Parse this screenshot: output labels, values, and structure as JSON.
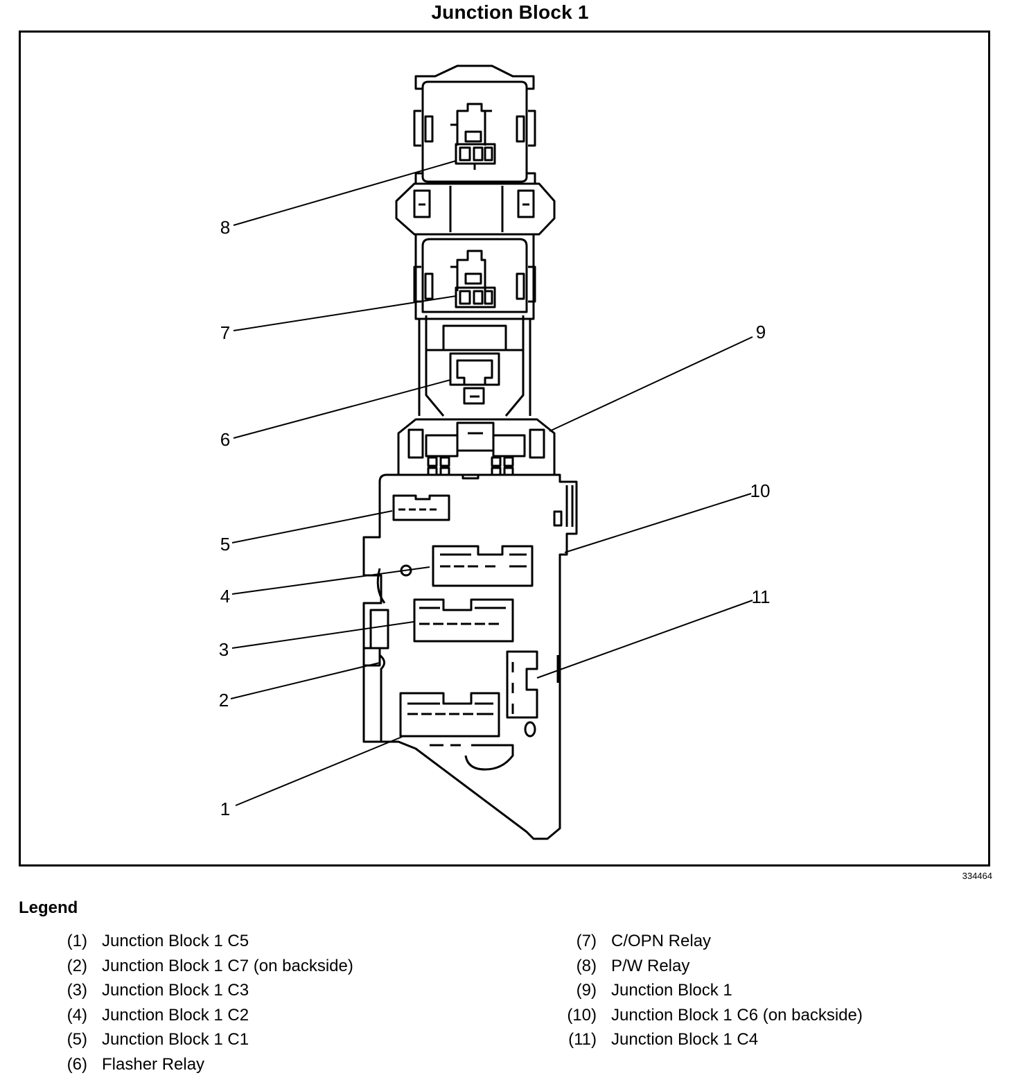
{
  "title": "Junction Block 1",
  "figure_id": "334464",
  "callouts": [
    "1",
    "2",
    "3",
    "4",
    "5",
    "6",
    "7",
    "8",
    "9",
    "10",
    "11"
  ],
  "legend": {
    "heading": "Legend",
    "items": [
      {
        "num": "(1)",
        "label": "Junction Block 1 C5"
      },
      {
        "num": "(2)",
        "label": "Junction Block 1 C7 (on backside)"
      },
      {
        "num": "(3)",
        "label": "Junction Block 1 C3"
      },
      {
        "num": "(4)",
        "label": "Junction Block 1 C2"
      },
      {
        "num": "(5)",
        "label": "Junction Block 1 C1"
      },
      {
        "num": "(6)",
        "label": "Flasher Relay"
      },
      {
        "num": "(7)",
        "label": "C/OPN Relay"
      },
      {
        "num": "(8)",
        "label": "P/W Relay"
      },
      {
        "num": "(9)",
        "label": "Junction Block 1"
      },
      {
        "num": "(10)",
        "label": "Junction Block 1 C6 (on backside)"
      },
      {
        "num": "(11)",
        "label": "Junction Block 1 C4"
      }
    ]
  }
}
